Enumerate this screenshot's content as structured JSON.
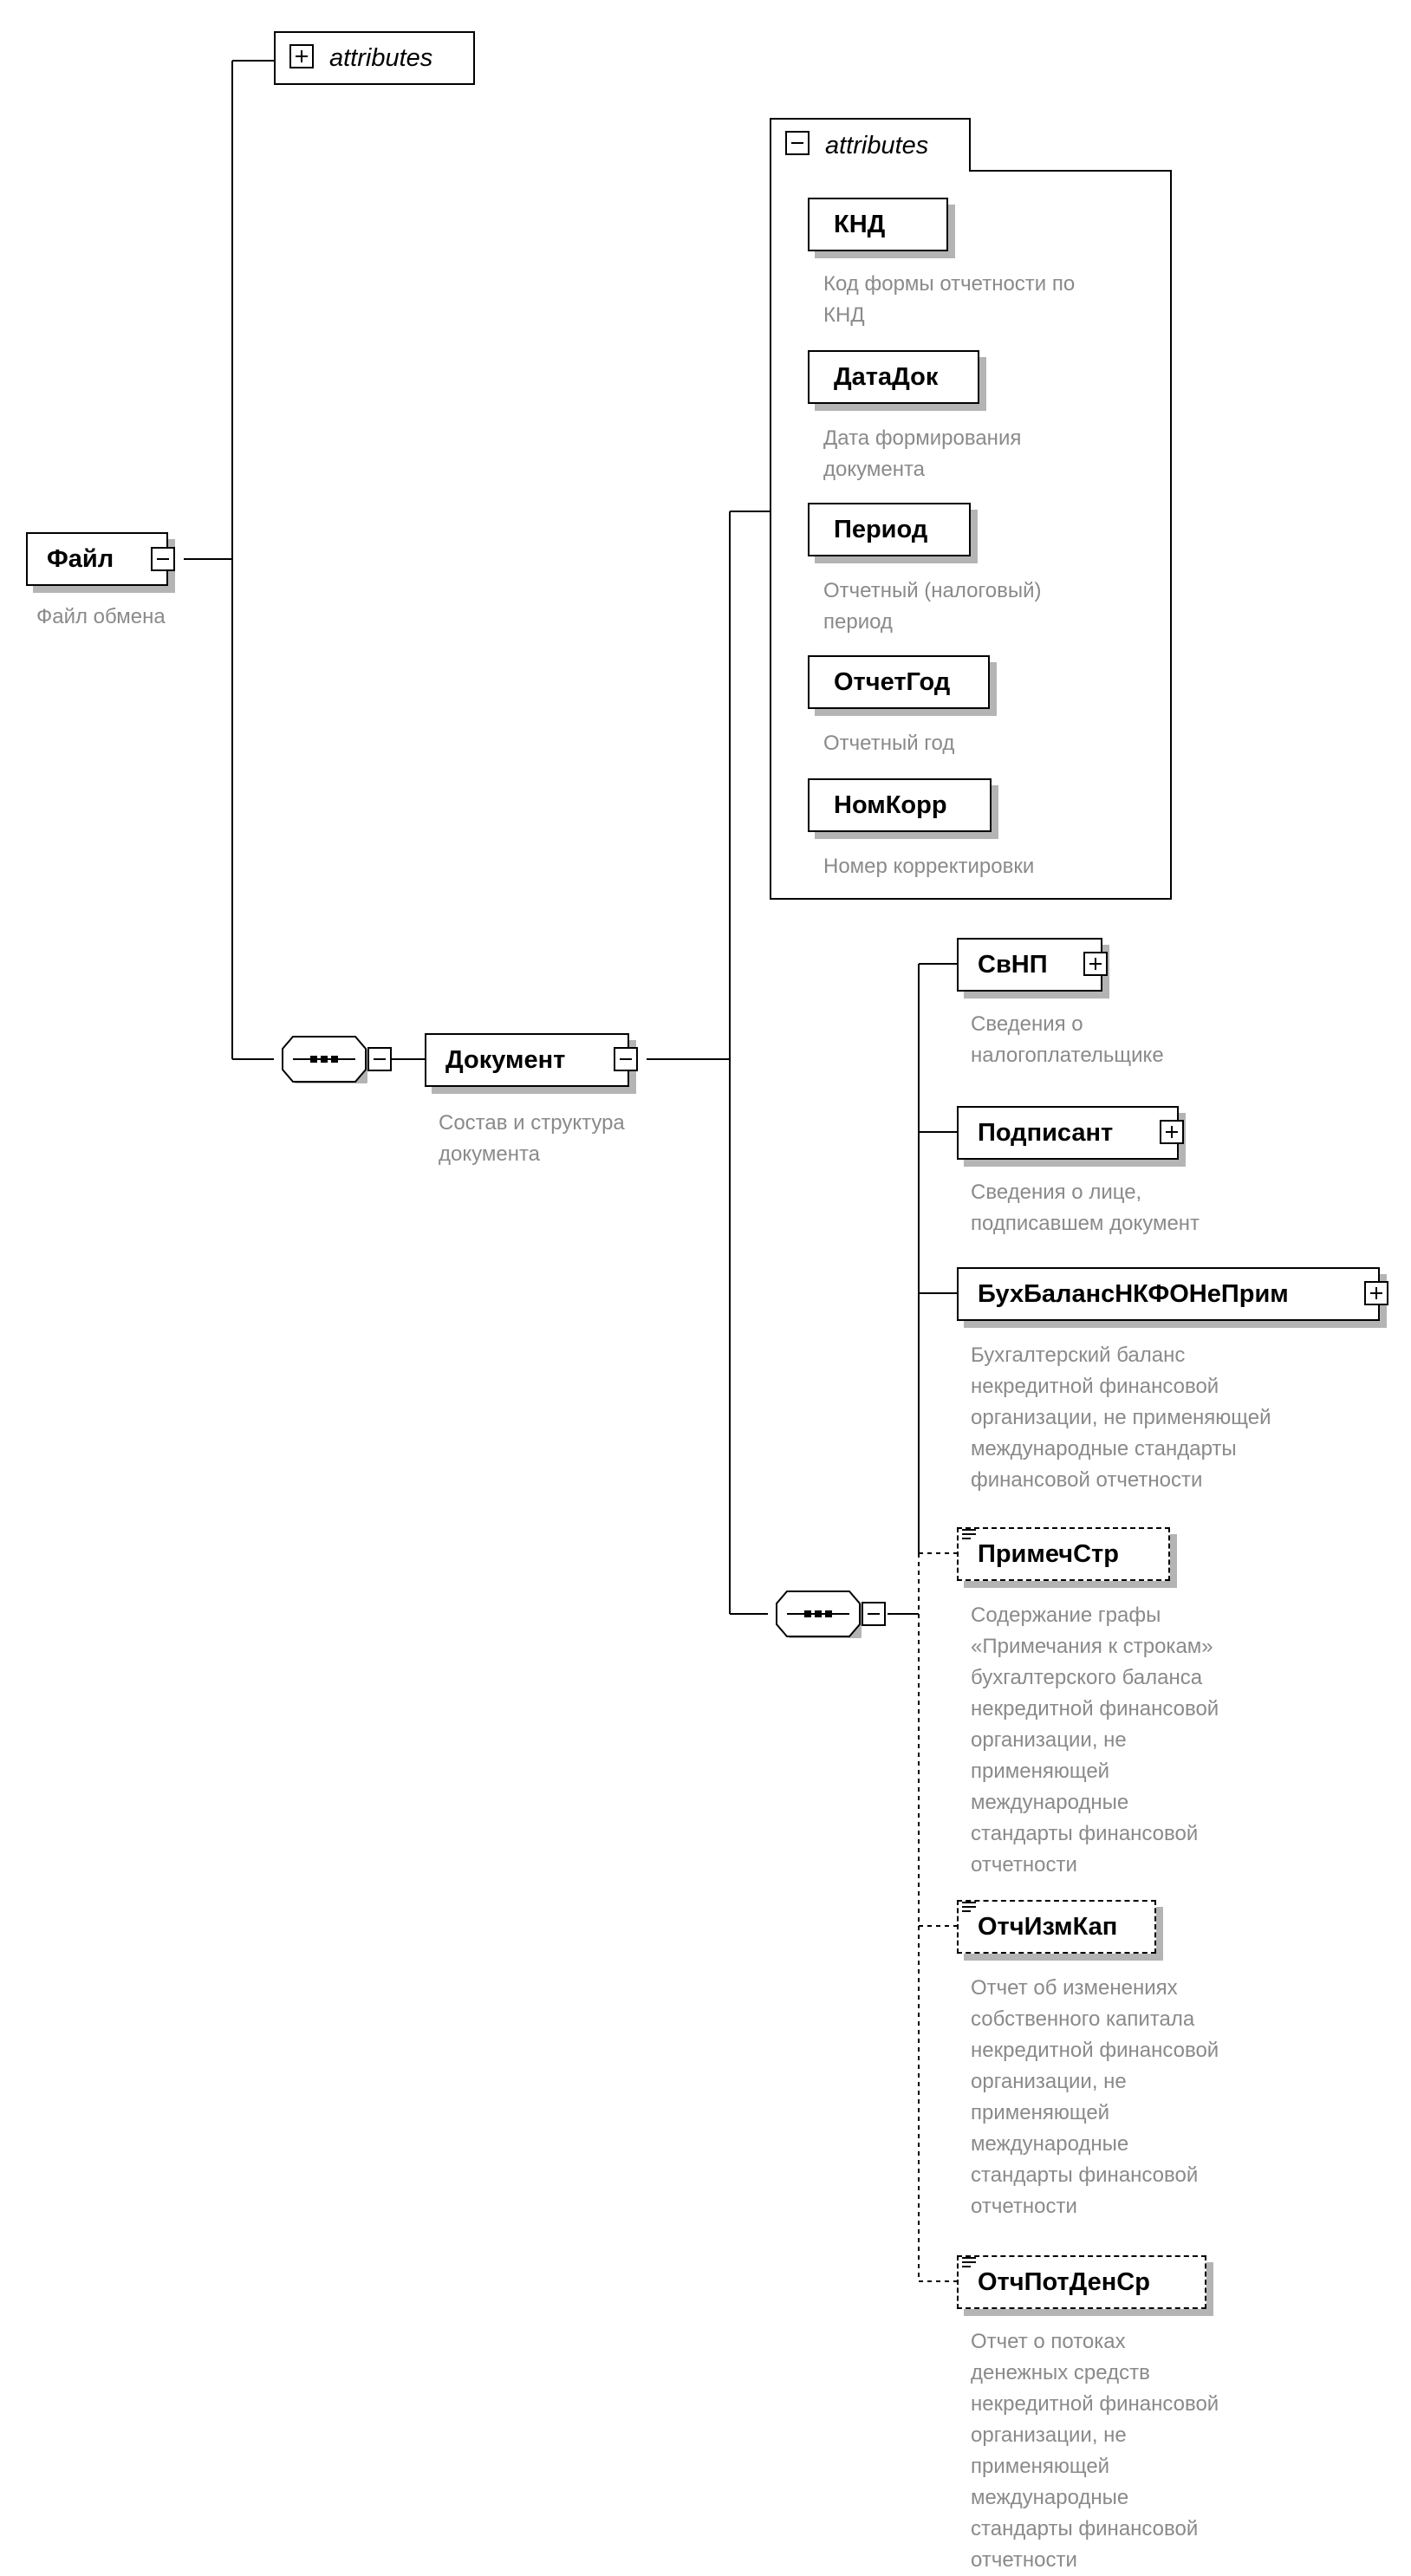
{
  "root": {
    "name": "Файл",
    "description": "Файл обмена",
    "attributes_label": "attributes"
  },
  "document": {
    "name": "Документ",
    "description": [
      "Состав и структура",
      "документа"
    ],
    "attributes_label": "attributes",
    "attributes": [
      {
        "name": "КНД",
        "description": [
          "Код формы отчетности по",
          "КНД"
        ]
      },
      {
        "name": "ДатаДок",
        "description": [
          "Дата формирования",
          "документа"
        ]
      },
      {
        "name": "Период",
        "description": [
          "Отчетный (налоговый)",
          "период"
        ]
      },
      {
        "name": "ОтчетГод",
        "description": [
          "Отчетный год"
        ]
      },
      {
        "name": "НомКорр",
        "description": [
          "Номер корректировки"
        ]
      }
    ],
    "children": [
      {
        "name": "СвНП",
        "optional": false,
        "description": [
          "Сведения о",
          "налогоплательщике"
        ]
      },
      {
        "name": "Подписант",
        "optional": false,
        "description": [
          "Сведения о лице,",
          "подписавшем документ"
        ]
      },
      {
        "name": "БухБалансНКФОНеПрим",
        "optional": false,
        "description": [
          "Бухгалтерский баланс",
          "некредитной финансовой",
          "организации, не применяющей",
          "международные стандарты",
          "финансовой отчетности"
        ]
      },
      {
        "name": "ПримечСтр",
        "optional": true,
        "description": [
          "Содержание графы",
          "«Примечания к строкам»",
          "бухгалтерского баланса",
          "некредитной финансовой",
          "организации, не",
          "применяющей",
          "международные",
          "стандарты финансовой",
          "отчетности"
        ]
      },
      {
        "name": "ОтчИзмКап",
        "optional": true,
        "description": [
          "Отчет об изменениях",
          "собственного капитала",
          "некредитной финансовой",
          "организации, не",
          "применяющей",
          "международные",
          "стандарты финансовой",
          "отчетности"
        ]
      },
      {
        "name": "ОтчПотДенСр",
        "optional": true,
        "description": [
          "Отчет о потоках",
          "денежных средств",
          "некредитной финансовой",
          "организации, не",
          "применяющей",
          "международные",
          "стандарты финансовой",
          "отчетности"
        ]
      }
    ]
  },
  "icons": {
    "expand": "plus-box-icon",
    "collapse": "minus-box-icon",
    "sequence": "sequence-compositor-icon",
    "text_content": "text-content-icon"
  },
  "colors": {
    "line": "#000000",
    "shadow": "#b4b4b4",
    "description_text": "#8a8a8a"
  }
}
